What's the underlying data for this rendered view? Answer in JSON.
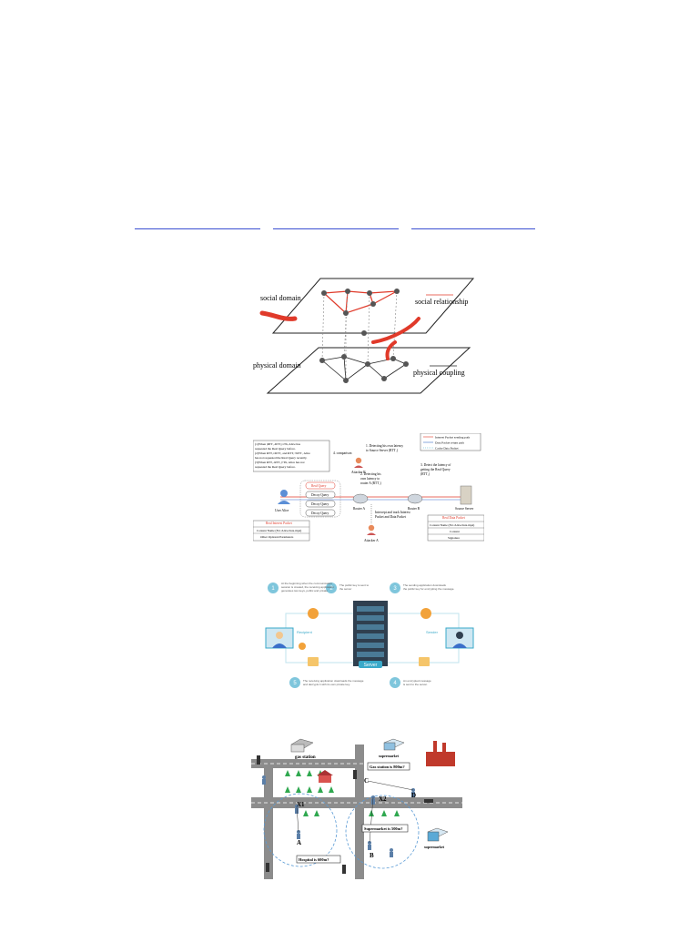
{
  "fig1": {
    "social_domain": "social domain",
    "physical_domain": "physical domain",
    "social_relationship": "social relationship",
    "physical_coupling": "physical coupling"
  },
  "fig2": {
    "legend": [
      "Interest Packet sending path",
      "Data Packet return path",
      "Cache Data Packet"
    ],
    "cond_text": [
      "(1)When |RTT₁-RTT₂|≤Th, Alice has",
      "requested the Real Query before.",
      "(2)When RTT₁≥RTT₂ and RTT₁>RTT₁ Alice",
      "has not requested the Real Query recently.",
      "(3)When RTT₁-RTT₂|>Th, Alice has not",
      "requested the Real Query before."
    ],
    "comparison": "4. comparison",
    "step1": [
      "1. Detecting his own latency",
      "to Source Server (RTT₁)"
    ],
    "step2": [
      "2. Detecting his",
      "own latency to",
      "router A (RTT₂)"
    ],
    "step3": [
      "3. Detect the latency of",
      "getting the Real Query",
      "(RTT₃)"
    ],
    "attacker_b": "Attacker B",
    "attacker_a": "Attacker A",
    "intercept": [
      "Intercept and track Interest",
      "Packet and Data Packet"
    ],
    "queries": [
      "Real Query",
      "Decoy Query",
      "Decoy Query",
      "Decoy Query"
    ],
    "user_alice": "User Alice",
    "router_a": "Router A",
    "router_b": "Router B",
    "source_server": "Source Server",
    "real_interest": "Real Interest Packet",
    "interest_rows": [
      "Content Name (Ex:/Alice/data.mp4)",
      "Other Optional Parameters"
    ],
    "real_data": "Real Data Packet",
    "data_rows": [
      "Content Name (Ex:/Alice/data.mp4)",
      "Content",
      "Signature"
    ]
  },
  "fig3": {
    "steps": [
      "1",
      "2",
      "3",
      "4",
      "5"
    ],
    "step1_text": [
      "At the beginning when the communication",
      "session is created, the receiving application",
      "generates two keys, public and private"
    ],
    "step2_text": [
      "The public key is sent to",
      "the server"
    ],
    "step3_text": [
      "The sending application downloads",
      "the public key for encrypting the message."
    ],
    "step4_text": [
      "An encrypted message",
      "is sent to the server."
    ],
    "step5_text": [
      "The receiving application downloads the message",
      "and decrypts it with its own private key."
    ],
    "recipient": "Recipient",
    "sender": "Sender",
    "server": "Server"
  },
  "fig4": {
    "gas_station": "gas station",
    "supermarket_top": "supermarket",
    "supermarket_bottom": "supermarket",
    "gas_note": "Gas station is 800m?",
    "supermarket_note": "Supermarket is 500m?",
    "hospital_note": "Hospital is 600m?",
    "x1": "X1",
    "x2": "X2",
    "a": "A",
    "b": "B",
    "c": "C",
    "d": "D"
  },
  "colors": {
    "link": "#3b4fd1",
    "accent_red": "#e03a2a",
    "teal": "#3aa9c9"
  }
}
